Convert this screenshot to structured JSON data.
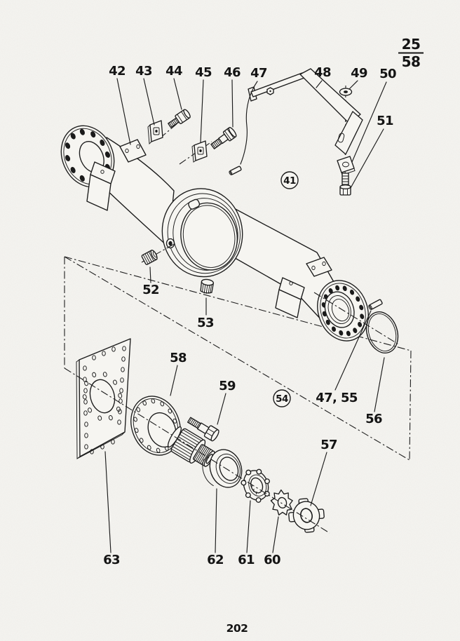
{
  "page": {
    "sheet_ref_top": "25",
    "sheet_ref_bottom": "58",
    "page_number": "202"
  },
  "diagram": {
    "circled": {
      "c41": "41",
      "c54": "54"
    },
    "labels": {
      "l42": "42",
      "l43": "43",
      "l44": "44",
      "l45": "45",
      "l46": "46",
      "l47": "47",
      "l48": "48",
      "l49": "49",
      "l50": "50",
      "l51": "51",
      "l52": "52",
      "l53": "53",
      "l4755": "47, 55",
      "l56": "56",
      "l57": "57",
      "l58": "58",
      "l59": "59",
      "l60": "60",
      "l61": "61",
      "l62": "62",
      "l63": "63"
    }
  }
}
